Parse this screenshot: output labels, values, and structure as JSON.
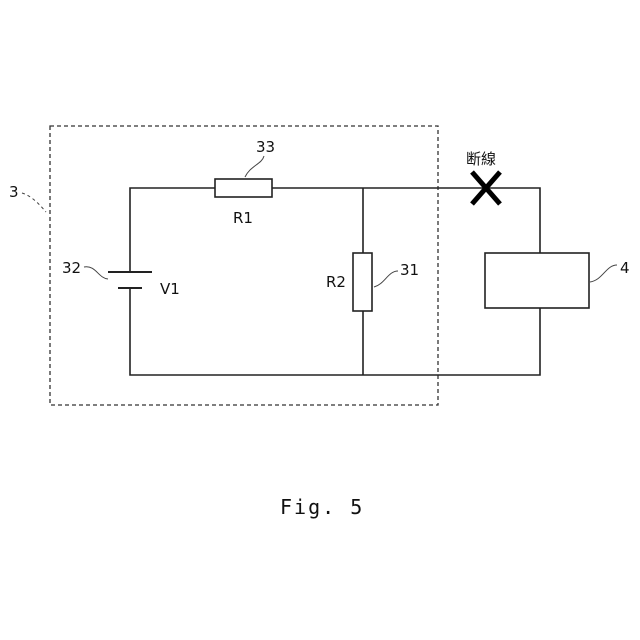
{
  "labels": {
    "unit": "3",
    "battery_ref": "32",
    "resistor1_ref": "33",
    "resistor2_ref": "31",
    "load_ref": "4",
    "r1": "R1",
    "r2": "R2",
    "v1": "V1",
    "break_text": "断線"
  },
  "caption": "Fig. 5"
}
